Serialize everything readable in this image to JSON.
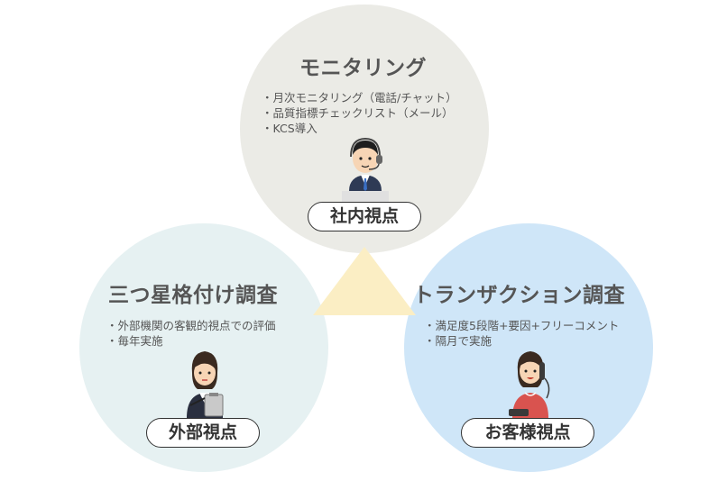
{
  "triangle_color": "#fbeec4",
  "sections": {
    "top": {
      "title": "モニタリング",
      "bullets": [
        "月次モニタリング（電話/チャット）",
        "品質指標チェックリスト（メール）",
        "KCS導入"
      ],
      "label": "社内視点",
      "color": "#ebebe6",
      "illustration": "call-center-operator-with-headset"
    },
    "left": {
      "title": "三つ星格付け調査",
      "bullets": [
        "外部機関の客観的視点での評価",
        "毎年実施"
      ],
      "label": "外部視点",
      "color": "#e6f1f2",
      "illustration": "evaluator-with-clipboard"
    },
    "right": {
      "title": "トランザクション調査",
      "bullets": [
        "満足度5段階+要因+フリーコメント",
        "隔月で実施"
      ],
      "label": "お客様視点",
      "color": "#cfe6f8",
      "illustration": "customer-on-phone"
    }
  }
}
